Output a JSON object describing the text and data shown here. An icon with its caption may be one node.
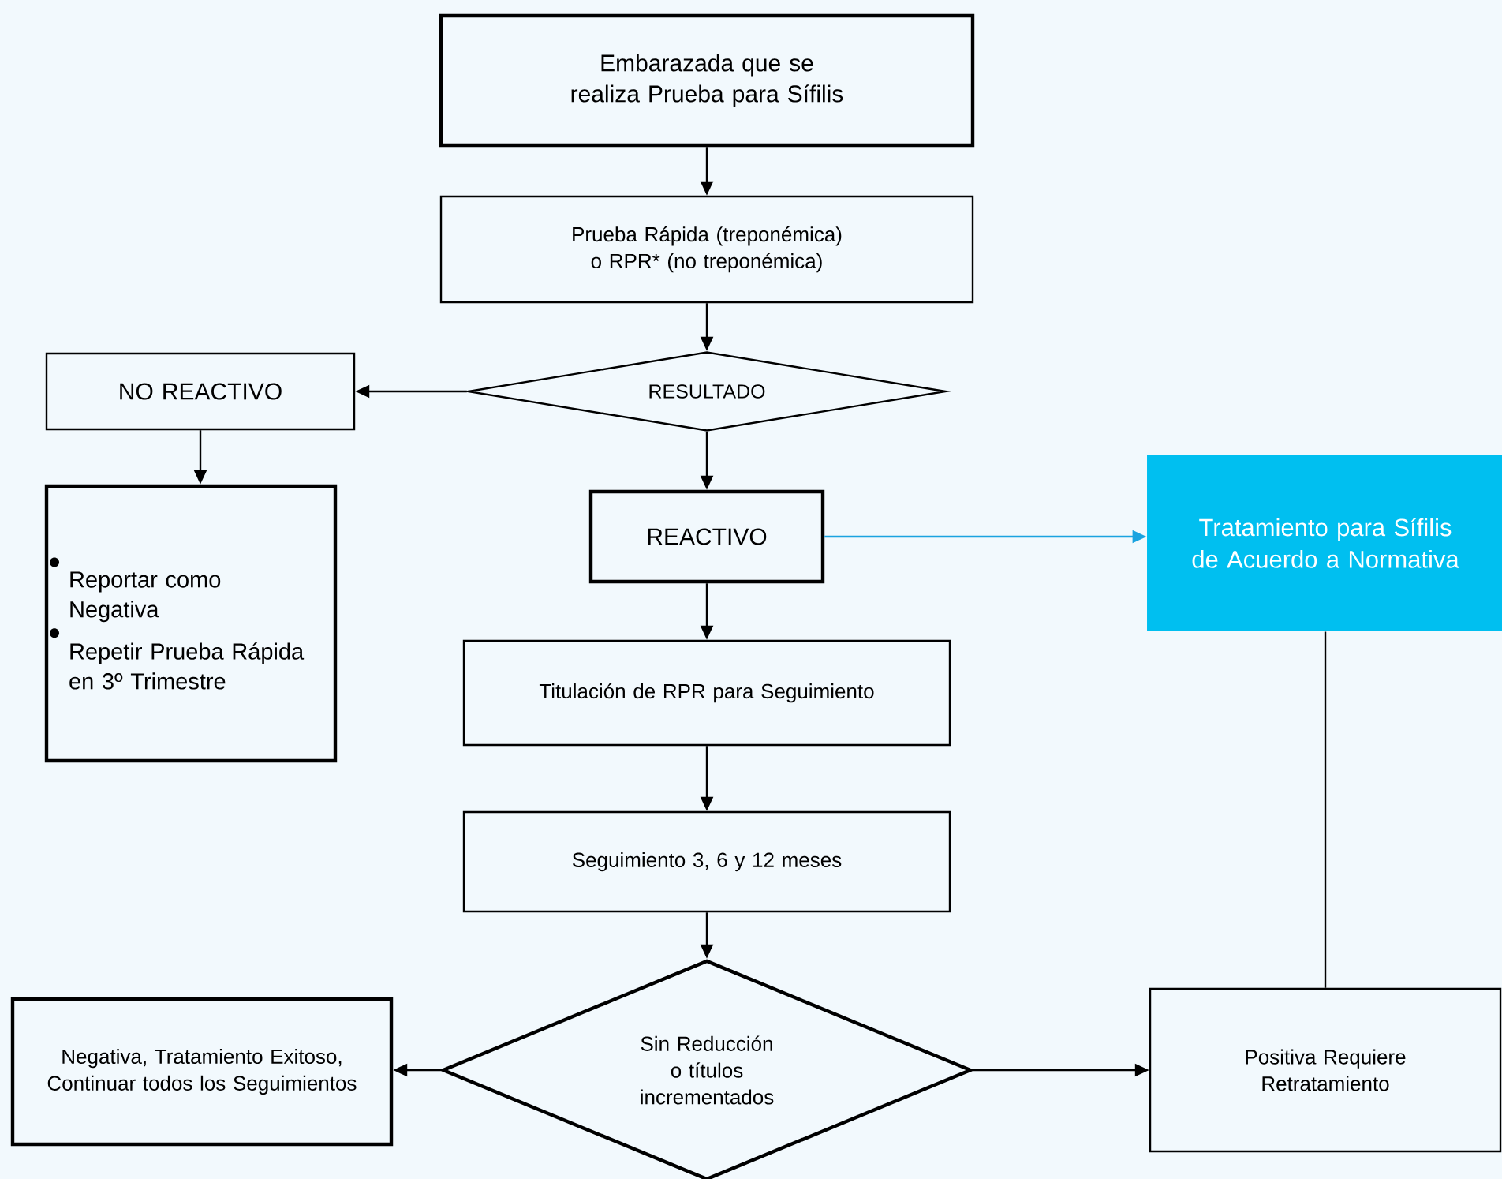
{
  "diagram": {
    "nodes": [
      {
        "text": [
          "Embarazada que se realiza Prueba para Sífilis"
        ]
      },
      {
        "text": [
          "Prueba Rápida (treponémica) o RPR* (no treponémica)"
        ]
      },
      {
        "text": [
          "RESULTADO"
        ]
      },
      {
        "text": [
          "NO REACTIVO"
        ]
      },
      {
        "text": [
          "Reportar como Negativa",
          "Repetir Prueba Rápida en 3º Trimestre"
        ]
      },
      {
        "text": [
          "REACTIVO"
        ]
      },
      {
        "text": [
          "Tratamiento para Sífilis de Acuerdo a Normativa"
        ]
      },
      {
        "text": [
          "Titulación de RPR para Seguimiento"
        ]
      },
      {
        "text": [
          "Seguimiento 3, 6 y 12 meses"
        ]
      },
      {
        "text": [
          "Sin Reducción o títulos incrementados"
        ]
      },
      {
        "text": [
          "Negativa, Tratamiento Exitoso, Continuar todos los Seguimientos"
        ]
      },
      {
        "text": [
          "Positiva Requiere Retratamiento"
        ]
      }
    ],
    "edges": [
      {
        "from": 0,
        "to": 1,
        "arrow": "to"
      },
      {
        "from": 1,
        "to": 2,
        "arrow": "to"
      },
      {
        "from": 2,
        "to": 3,
        "arrow": "to"
      },
      {
        "from": 3,
        "to": 4,
        "arrow": "to"
      },
      {
        "from": 2,
        "to": 5,
        "arrow": "to"
      },
      {
        "from": 5,
        "to": 6,
        "arrow": "to",
        "color": "#1aa3e0"
      },
      {
        "from": 5,
        "to": 7,
        "arrow": "to"
      },
      {
        "from": 7,
        "to": 8,
        "arrow": "to"
      },
      {
        "from": 8,
        "to": 9,
        "arrow": "to"
      },
      {
        "from": 9,
        "to": 10,
        "arrow": "to"
      },
      {
        "from": 9,
        "to": 11,
        "arrow": "to"
      },
      {
        "from": 11,
        "to": 6,
        "arrow": "none"
      }
    ]
  }
}
